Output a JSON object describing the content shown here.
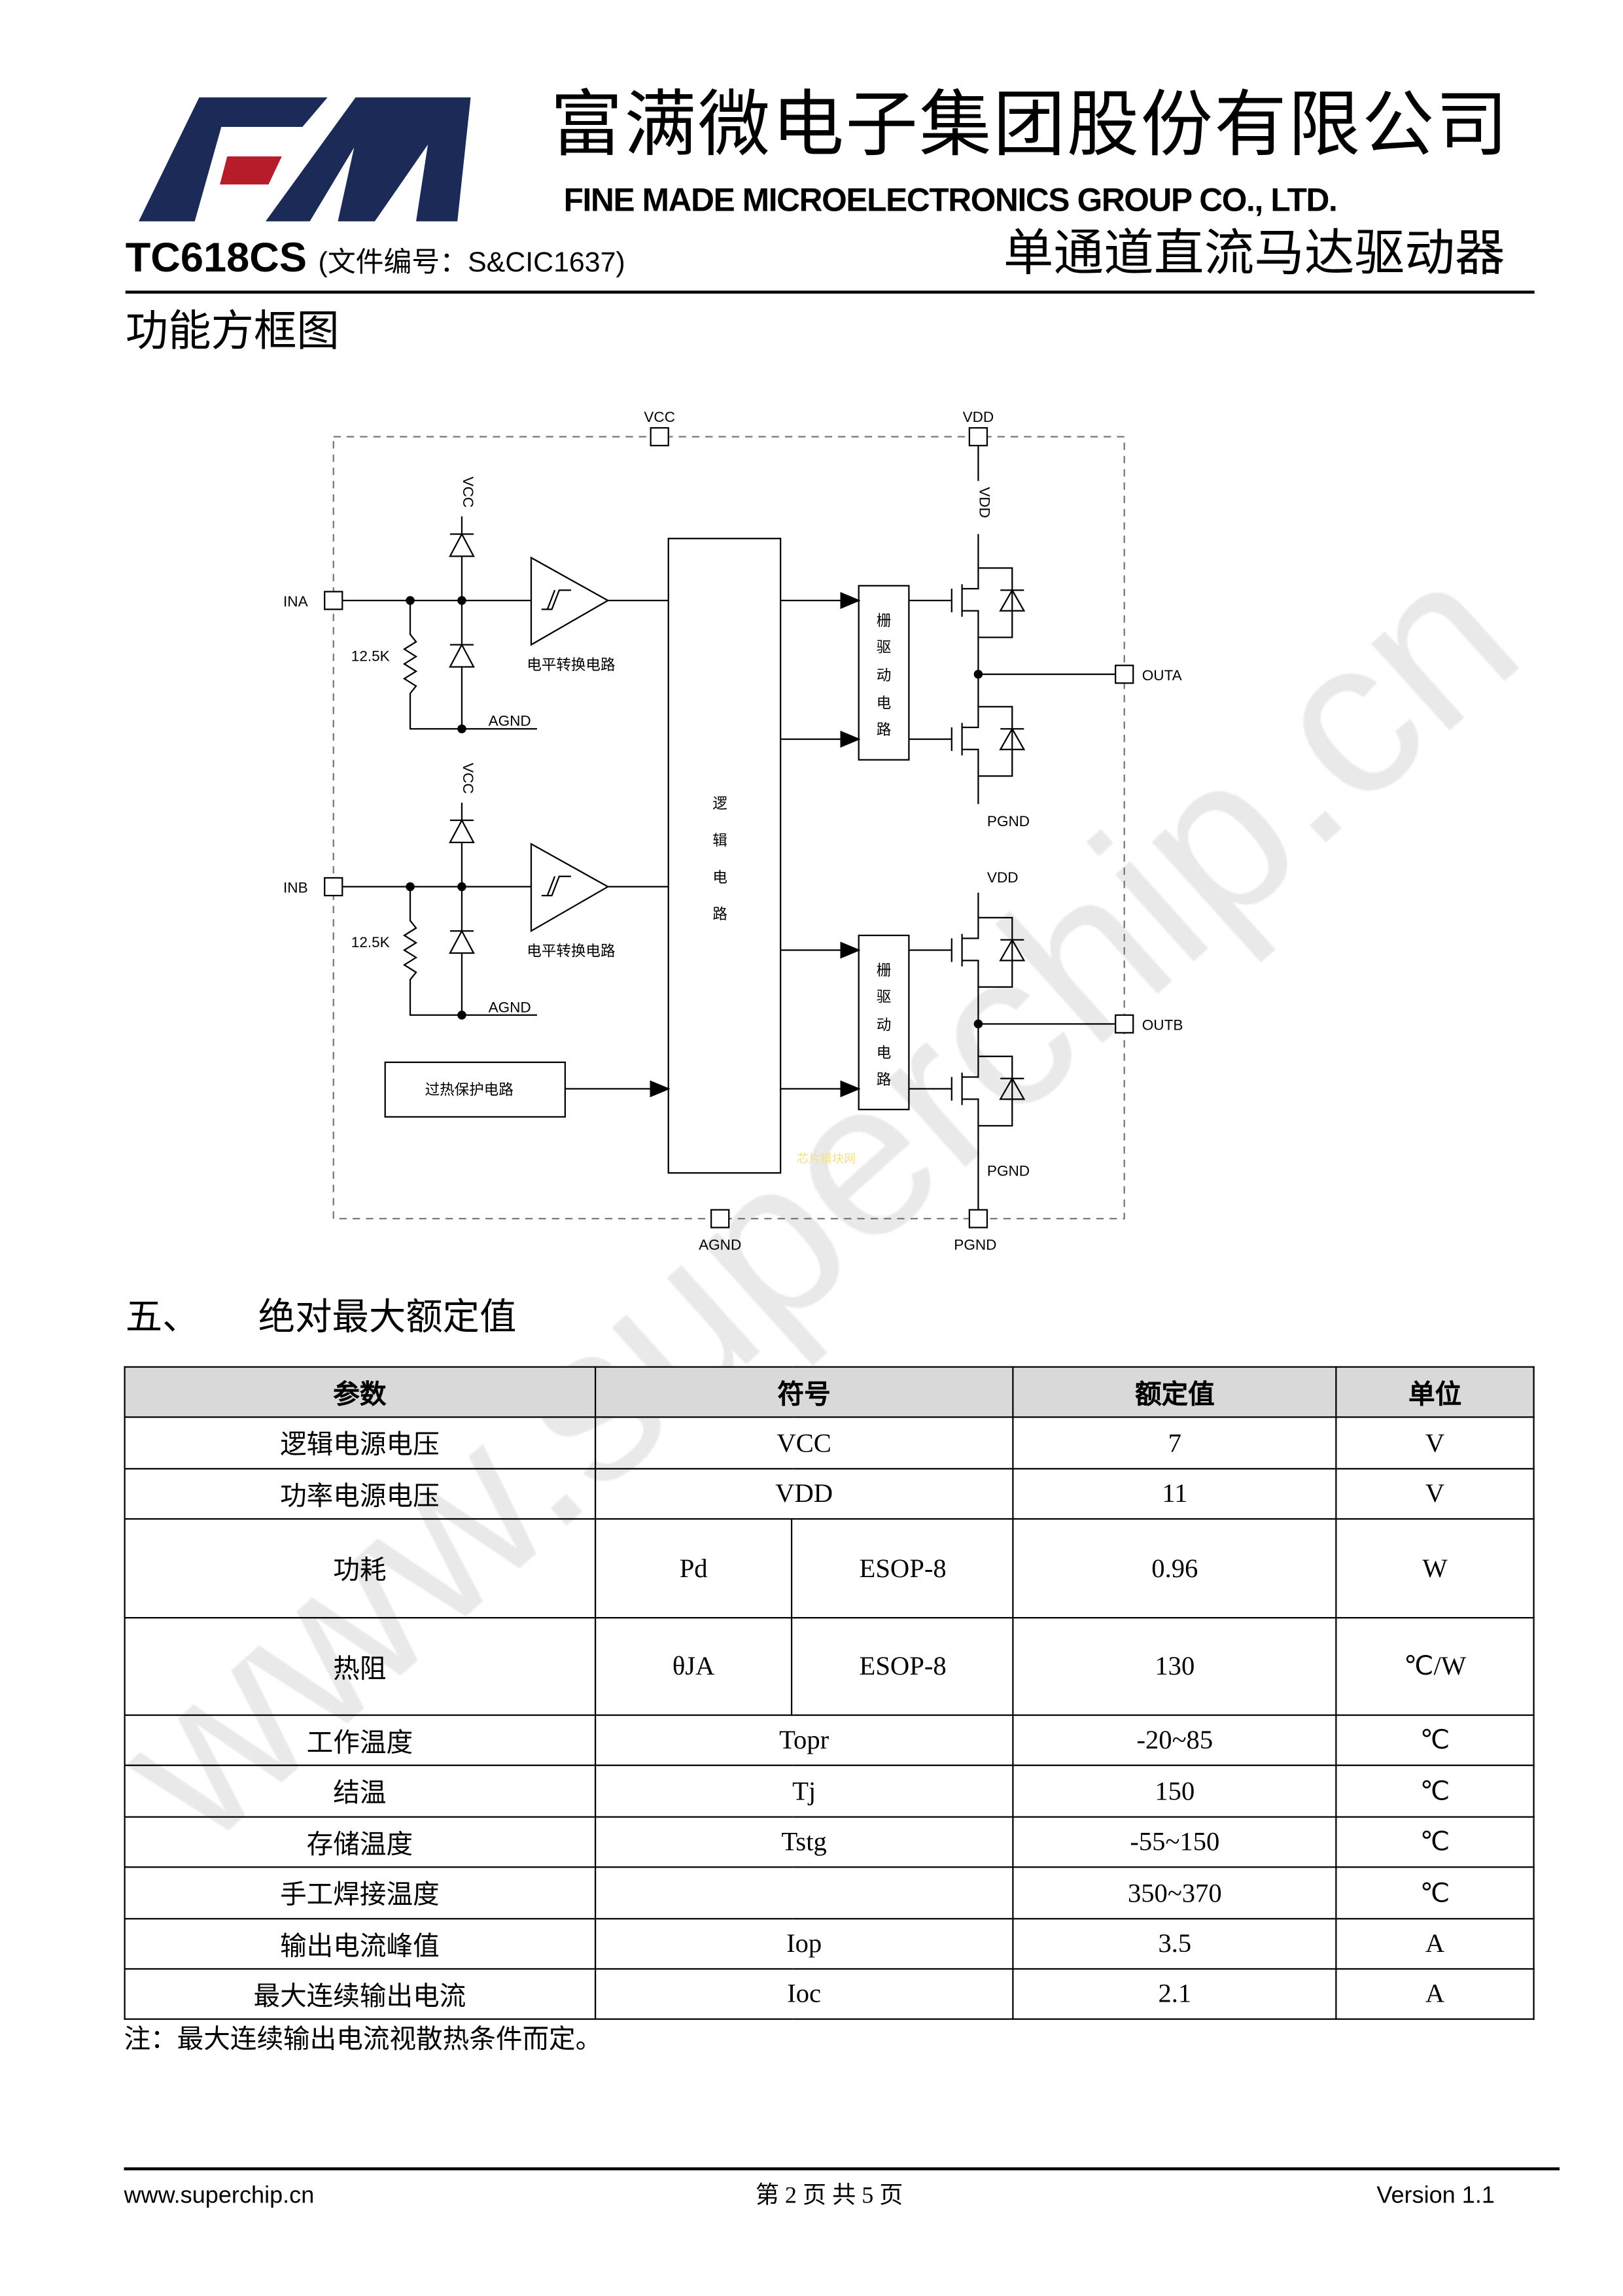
{
  "header": {
    "company_cn": "富满微电子集团股份有限公司",
    "company_en": "FINE MADE MICROELECTRONICS GROUP CO., LTD.",
    "logo_text": "FM",
    "model": "TC618CS",
    "doc_no": "(文件编号：S&CIC1637)",
    "product": "单通道直流马达驱动器",
    "colors": {
      "logo_navy": "#1c2a57",
      "logo_red": "#b71c2b"
    }
  },
  "section1": {
    "title": "功能方框图"
  },
  "diagram": {
    "vcc_pin": "VCC",
    "vdd_pin": "VDD",
    "ina": "INA",
    "inb": "INB",
    "res_a": "12.5K",
    "res_b": "12.5K",
    "vcc_a": "VCC",
    "vcc_b": "VCC",
    "agnd_a": "AGND",
    "agnd_b": "AGND",
    "level_a": "电平转换电路",
    "level_b": "电平转换电路",
    "logic": [
      "逻",
      "辑",
      "电",
      "路"
    ],
    "gate_a": [
      "栅",
      "驱",
      "动",
      "电",
      "路"
    ],
    "gate_b": [
      "栅",
      "驱",
      "动",
      "电",
      "路"
    ],
    "vdd_a": "VDD",
    "vdd_b": "VDD",
    "outa": "OUTA",
    "outb": "OUTB",
    "pgnd_a": "PGND",
    "pgnd_b": "PGND",
    "overtemp": "过热保护电路",
    "agnd_pin": "AGND",
    "pgnd_pin": "PGND",
    "faint_mark": "芯片模块网"
  },
  "section2": {
    "num": "五、",
    "title": "绝对最大额定值"
  },
  "table": {
    "headers": [
      "参数",
      "符号",
      "额定值",
      "单位"
    ],
    "rows": [
      {
        "param": "逻辑电源电压",
        "symbol": "VCC",
        "value": "7",
        "unit": "V"
      },
      {
        "param": "功率电源电压",
        "symbol": "VDD",
        "value": "11",
        "unit": "V"
      },
      {
        "param": "功耗",
        "symbol": "Pd",
        "pkg": "ESOP-8",
        "value": "0.96",
        "unit": "W"
      },
      {
        "param": "热阻",
        "symbol": "θJA",
        "pkg": "ESOP-8",
        "value": "130",
        "unit": "℃/W"
      },
      {
        "param": "工作温度",
        "symbol": "Topr",
        "value": "-20~85",
        "unit": "℃"
      },
      {
        "param": "结温",
        "symbol": "Tj",
        "value": "150",
        "unit": "℃"
      },
      {
        "param": "存储温度",
        "symbol": "Tstg",
        "value": "-55~150",
        "unit": "℃"
      },
      {
        "param": "手工焊接温度",
        "symbol": "",
        "value": "350~370",
        "unit": "℃"
      },
      {
        "param": "输出电流峰值",
        "symbol": "Iop",
        "value": "3.5",
        "unit": "A"
      },
      {
        "param": "最大连续输出电流",
        "symbol": "Ioc",
        "value": "2.1",
        "unit": "A"
      }
    ],
    "note": "注：最大连续输出电流视散热条件而定。"
  },
  "footer": {
    "website": "www.superchip.cn",
    "page": "第 2 页 共 5 页",
    "version": "Version 1.1"
  },
  "watermark": "www.superchip.cn"
}
